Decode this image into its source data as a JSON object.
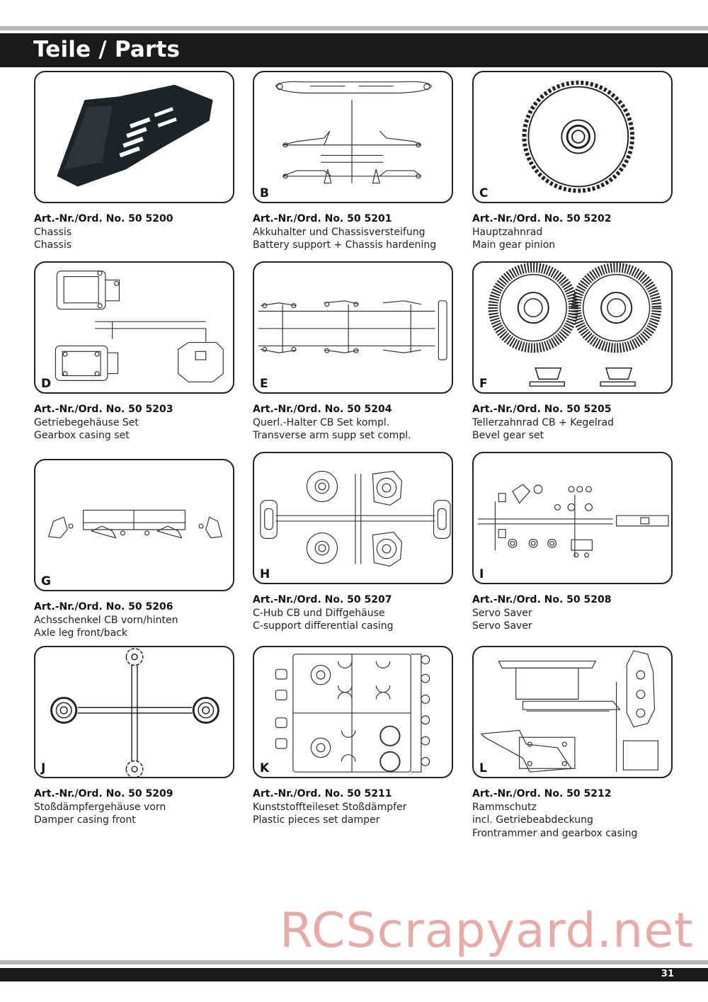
{
  "header": {
    "title": "Teile / Parts"
  },
  "parts": [
    {
      "letter": "",
      "ord": "Art.-Nr./Ord. No. 50 5200",
      "de": "Chassis",
      "en": "Chassis",
      "extra": ""
    },
    {
      "letter": "B",
      "ord": "Art.-Nr./Ord. No. 50 5201",
      "de": "Akkuhalter und Chassisversteifung",
      "en": "Battery support + Chassis hardening",
      "extra": ""
    },
    {
      "letter": "C",
      "ord": "Art.-Nr./Ord. No. 50 5202",
      "de": "Hauptzahnrad",
      "en": "Main gear pinion",
      "extra": ""
    },
    {
      "letter": "D",
      "ord": "Art.-Nr./Ord. No. 50 5203",
      "de": "Getriebegehäuse Set",
      "en": "Gearbox casing set",
      "extra": ""
    },
    {
      "letter": "E",
      "ord": "Art.-Nr./Ord. No. 50 5204",
      "de": "Querl.-Halter CB Set kompl.",
      "en": "Transverse arm supp set compl.",
      "extra": ""
    },
    {
      "letter": "F",
      "ord": "Art.-Nr./Ord. No. 50 5205",
      "de": "Tellerzahnrad CB + Kegelrad",
      "en": "Bevel gear set",
      "extra": ""
    },
    {
      "letter": "G",
      "ord": "Art.-Nr./Ord. No. 50 5206",
      "de": "Achsschenkel CB vorn/hinten",
      "en": "Axle leg front/back",
      "extra": ""
    },
    {
      "letter": "H",
      "ord": "Art.-Nr./Ord. No. 50 5207",
      "de": "C-Hub CB und Diffgehäuse",
      "en": "C-support differential casing",
      "extra": ""
    },
    {
      "letter": "I",
      "ord": "Art.-Nr./Ord. No. 50 5208",
      "de": "Servo Saver",
      "en": "Servo Saver",
      "extra": ""
    },
    {
      "letter": "J",
      "ord": "Art.-Nr./Ord. No. 50 5209",
      "de": "Stoßdämpfergehäuse vorn",
      "en": "Damper casing front",
      "extra": ""
    },
    {
      "letter": "K",
      "ord": "Art.-Nr./Ord. No. 50 5211",
      "de": "Kunststoffteileset Stoßdämpfer",
      "en": "Plastic pieces set damper",
      "extra": ""
    },
    {
      "letter": "L",
      "ord": "Art.-Nr./Ord. No. 50 5212",
      "de": "Rammschutz",
      "en": "incl. Getriebeabdeckung",
      "extra": "Frontrammer and gearbox casing"
    }
  ],
  "watermark": "RCScrapyard.net",
  "footer": {
    "page_number": "31"
  }
}
